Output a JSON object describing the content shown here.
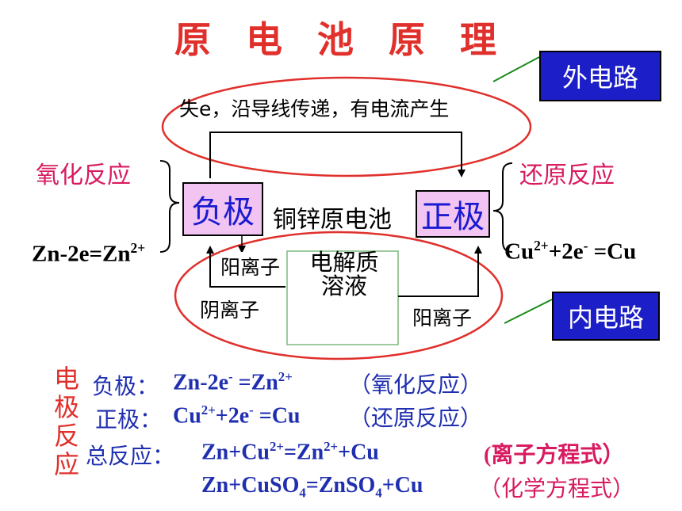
{
  "title": "原 电 池 原 理",
  "labels": {
    "outer_circuit": "外电路",
    "inner_circuit": "内电路",
    "electron_flow": "失e，沿导线传递，有电流产生",
    "oxidation": "氧化反应",
    "reduction": "还原反应",
    "negative": "负极",
    "positive": "正极",
    "cell_name": "铜锌原电池",
    "anode_eq_left": "Zn-2e=Zn",
    "anode_eq_sup": "2+",
    "cathode_eq": "Cu",
    "cathode_eq_sup1": "2+",
    "cathode_eq_mid": "+2e",
    "cathode_eq_sup2": "-",
    "cathode_eq_end": " =Cu",
    "electrolyte_1": "电解质",
    "electrolyte_2": "溶液",
    "cation_top": "阳离子",
    "anion": "阴离子",
    "cation_right": "阳离子"
  },
  "reactions": {
    "side_label": [
      "电",
      "极",
      "反",
      "应"
    ],
    "neg_label": "负极：",
    "neg_eq": "Zn-2e",
    "neg_eq_sup": "-",
    "neg_eq_2": " =Zn",
    "neg_eq_sup2": "2+",
    "neg_note": "（氧化反应）",
    "pos_label": "正极：",
    "pos_eq": "Cu",
    "pos_eq_sup": "2+",
    "pos_eq_2": "+2e",
    "pos_eq_sup2": "-",
    "pos_eq_3": " =Cu",
    "pos_note": "（还原反应）",
    "total_label": "总反应：",
    "total_eq_1": "Zn+Cu",
    "total_eq_sup1": "2+",
    "total_eq_2": "=Zn",
    "total_eq_sup2": "2+",
    "total_eq_3": "+Cu",
    "total_note": "(离子方程式）",
    "chem_eq_1": "Zn+CuSO",
    "chem_eq_sub1": "4",
    "chem_eq_2": "=ZnSO",
    "chem_eq_sub2": "4",
    "chem_eq_3": "+Cu",
    "chem_note": "（化学方程式）"
  }
}
